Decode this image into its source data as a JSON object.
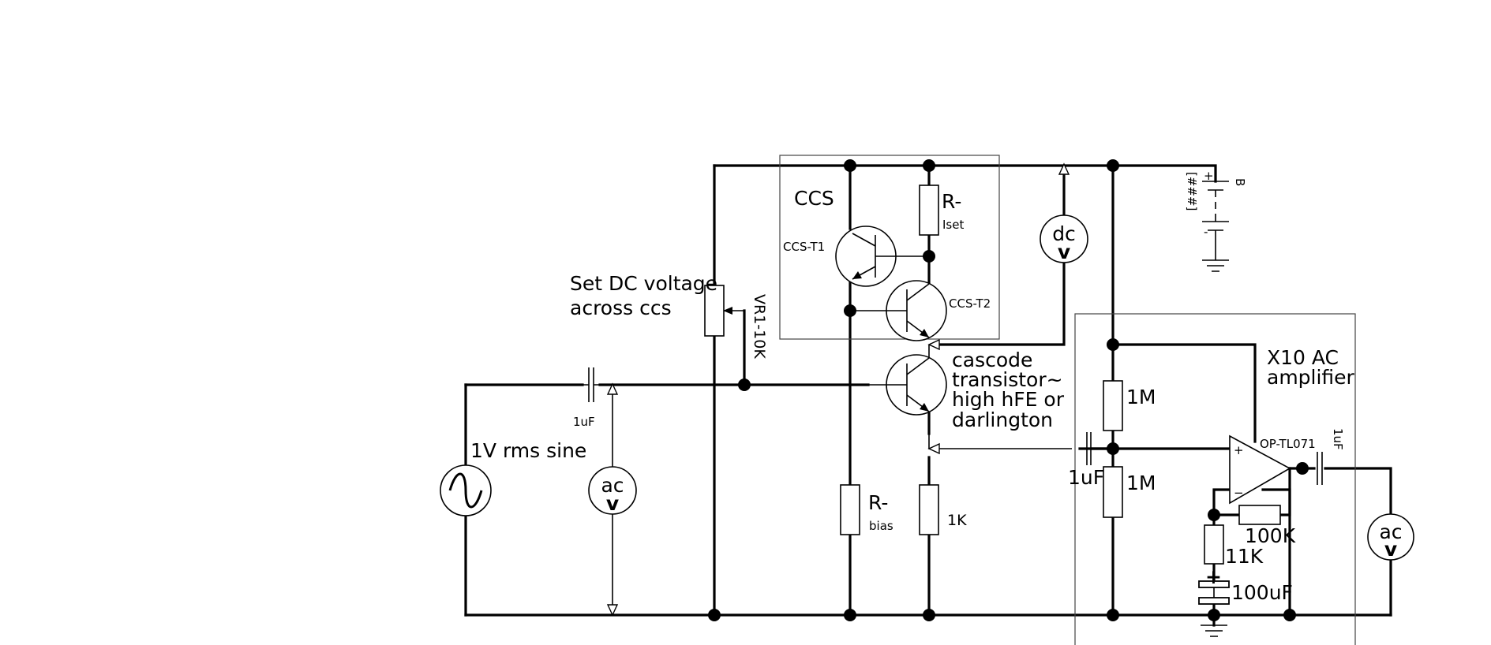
{
  "labels": {
    "ccs": "CCS",
    "r_iset_main": "R-",
    "r_iset_sub": "Iset",
    "ccs_t1": "CCS-T1",
    "ccs_t2": "CCS-T2",
    "dc_meter": "dc",
    "battery_value": "[###]",
    "battery_plus": "+",
    "battery_minus": "-",
    "battery_name": "B",
    "set_dc_line1": "Set DC voltage",
    "set_dc_line2": "across ccs",
    "vr1": "VR1-10K",
    "cascode_line1": "cascode",
    "cascode_line2": "transistor~",
    "cascode_line3": "high hFE or",
    "cascode_line4": "darlington",
    "cap_in": "1uF",
    "sine": "1V rms sine",
    "ac_meter_in": "ac",
    "r_bias_main": "R-",
    "r_bias_sub": "bias",
    "r_1k": "1K",
    "amp_line1": "X10 AC",
    "amp_line2": "amplifier",
    "r_1m_top": "1M",
    "r_1m_bottom": "1M",
    "cap_amp_in": "1uF",
    "opamp": "OP-TL071",
    "cap_out": "1uF",
    "opamp_plus": "+",
    "opamp_minus": "−",
    "r_100k": "100K",
    "r_11k": "11K",
    "cap_100uf": "100uF",
    "cap_100uf_polarity": "+",
    "ac_meter_out": "ac",
    "meter_v": "v"
  }
}
